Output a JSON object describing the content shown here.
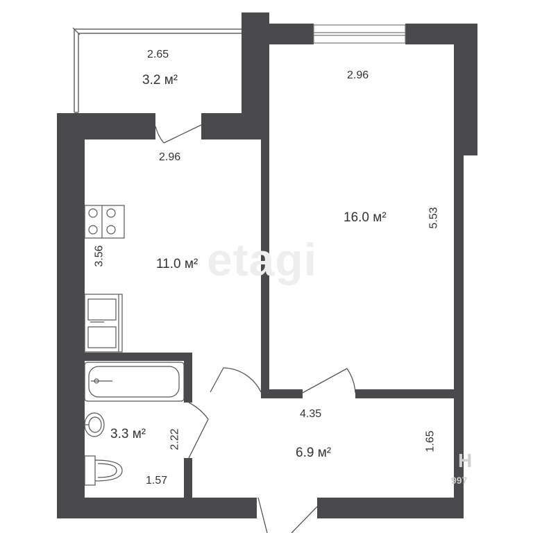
{
  "watermark": "etagi",
  "corner_mark": {
    "letter": "H",
    "digits": "997"
  },
  "rooms": {
    "balcony": {
      "area": "3.2 м²",
      "width": "2.65"
    },
    "kitchen": {
      "area": "11.0 м²",
      "width": "2.96",
      "length": "3.56"
    },
    "bedroom": {
      "area": "16.0 м²",
      "width": "2.96",
      "length": "5.53"
    },
    "bathroom": {
      "area": "3.3 м²",
      "width": "1.57",
      "length": "2.22"
    },
    "hallway": {
      "area": "6.9 м²",
      "width": "4.35",
      "length": "1.65"
    }
  },
  "colors": {
    "wall": "#4a4a4d",
    "line": "#555555",
    "text": "#333333"
  }
}
